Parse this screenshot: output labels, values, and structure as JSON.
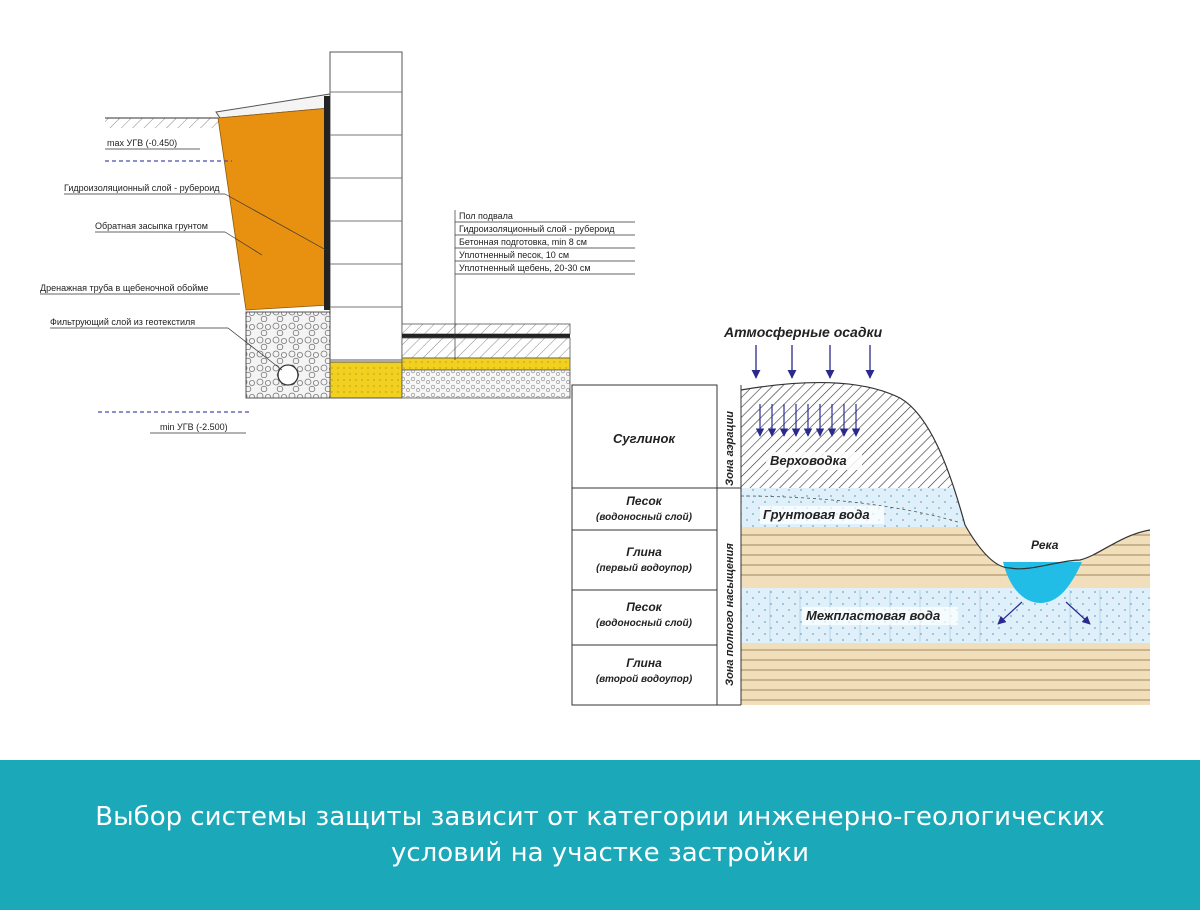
{
  "foundation": {
    "max_level": "max УГВ (-0.450)",
    "min_level": "min УГВ (-2.500)",
    "left_labels": [
      "Гидроизоляционный слой - рубероид",
      "Обратная засыпка грунтом",
      "Дренажная труба в щебеночной обойме",
      "Фильтрующий слой из геотекстиля"
    ],
    "floor_layers": [
      "Пол подвала",
      "Гидроизоляционный слой - рубероид",
      "Бетонная подготовка, min 8 см",
      "Уплотненный песок, 10 см",
      "Уплотненный щебень, 20-30 см"
    ]
  },
  "geology": {
    "layers": [
      {
        "name": "Суглинок",
        "note": ""
      },
      {
        "name": "Песок",
        "note": "(водоносный слой)"
      },
      {
        "name": "Глина",
        "note": "(первый водоупор)"
      },
      {
        "name": "Песок",
        "note": "(водоносный слой)"
      },
      {
        "name": "Глина",
        "note": "(второй водоупор)"
      }
    ],
    "zone_aeration": "Зона аэрации",
    "zone_saturation": "Зона полного насыщения",
    "precipitation": "Атмосферные осадки",
    "perched_water": "Верховодка",
    "groundwater": "Грунтовая вода",
    "river": "Река",
    "interstratal_water": "Межпластовая вода"
  },
  "caption": "Выбор системы защиты зависит от категории инженерно-геологических условий на участке застройки",
  "colors": {
    "banner": "#1ba8b8",
    "backfill": "#e8900f",
    "sand_fill": "#f2d020",
    "water": "#22bde6",
    "aquifer": "#dff0fa",
    "clay": "#f1debb",
    "arrow": "#2a2a8c"
  }
}
